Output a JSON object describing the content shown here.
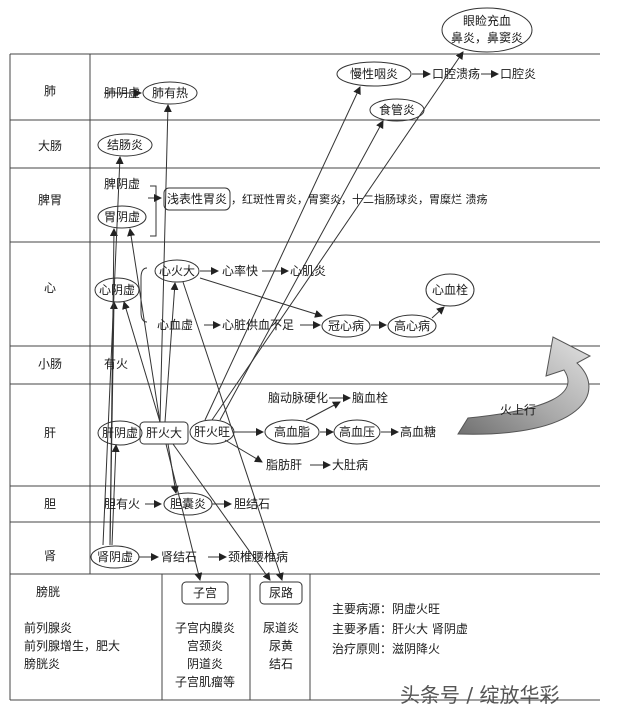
{
  "rows": [
    "肺",
    "大肠",
    "脾胃",
    "心",
    "小肠",
    "肝",
    "胆",
    "肾",
    "膀胱"
  ],
  "top": {
    "n1": "眼睑充血",
    "n2": "鼻炎，鼻窦炎"
  },
  "lung": {
    "yin": "肺阴虚",
    "heat": "肺有热",
    "throat": "慢性咽炎",
    "ulcer": "口腔溃疡",
    "mouth": "口腔炎",
    "eso": "食管炎"
  },
  "colon": {
    "colitis": "结肠炎"
  },
  "spleen": {
    "pi_yin": "脾阴虚",
    "wei_yin": "胃阴虚",
    "superficial": "浅表性胃炎",
    "rest": "，红斑性胃炎，胃窦炎，十二指肠球炎，胃糜烂 溃疡"
  },
  "heart": {
    "yin": "心阴虚",
    "fire": "心火大",
    "rate": "心率快",
    "myo": "心肌炎",
    "blood_def": "心血虚",
    "supply": "心脏供血不足",
    "chd": "冠心病",
    "hhd": "高心病",
    "clot": "心血栓"
  },
  "small_int": {
    "fire": "有火"
  },
  "liver": {
    "yin": "肝阴虚",
    "fire": "肝火大",
    "wang": "肝火旺",
    "athero": "脑动脉硬化",
    "brain_clot": "脑血栓",
    "lipid": "高血脂",
    "bp": "高血压",
    "sugar": "高血糖",
    "fatty": "脂肪肝",
    "belly": "大肚病",
    "up": "火上行"
  },
  "gall": {
    "fire": "胆有火",
    "cyst": "胆囊炎",
    "stone": "胆结石"
  },
  "kidney": {
    "yin": "肾阴虚",
    "stone": "肾结石",
    "spine": "颈椎腰椎病"
  },
  "bottom": {
    "bladder_items": [
      "前列腺炎",
      "前列腺增生，肥大",
      "膀胱炎"
    ],
    "uterus": "子宫",
    "uterus_items": [
      "子宫内膜炎",
      "宫颈炎",
      "阴道炎",
      "子宫肌瘤等"
    ],
    "urethra": "尿路",
    "urethra_items": [
      "尿道炎",
      "尿黄",
      "结石"
    ],
    "summary": [
      "主要病源：阴虚火旺",
      "主要矛盾：肝火大  肾阴虚",
      "治疗原则：滋阴降火"
    ]
  },
  "watermark": "头条号 / 绽放华彩",
  "colors": {
    "line": "#333333",
    "arrow_fill": "#b8b8b8",
    "arrow_dark": "#6e6e6e"
  }
}
